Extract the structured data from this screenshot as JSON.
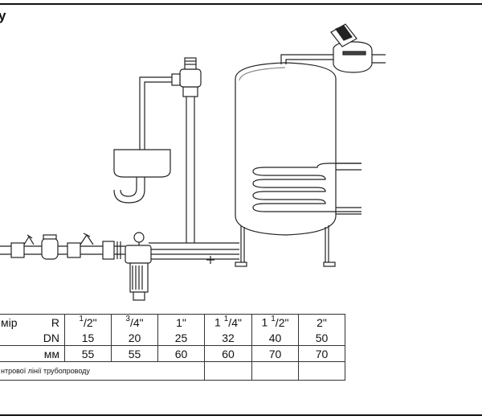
{
  "heading": "у",
  "table": {
    "row_label": "мір",
    "units": [
      "R",
      "DN",
      "мм"
    ],
    "columns": [
      {
        "r_whole": "",
        "r_num": "1",
        "r_den": "2\"",
        "r_plain": "",
        "dn": "15",
        "mm": "55"
      },
      {
        "r_whole": "",
        "r_num": "3",
        "r_den": "4\"",
        "r_plain": "",
        "dn": "20",
        "mm": "55"
      },
      {
        "r_whole": "",
        "r_num": "",
        "r_den": "",
        "r_plain": "1\"",
        "dn": "25",
        "mm": "60"
      },
      {
        "r_whole": "1 ",
        "r_num": "1",
        "r_den": "4\"",
        "r_plain": "",
        "dn": "32",
        "mm": "60"
      },
      {
        "r_whole": "1 ",
        "r_num": "1",
        "r_den": "2\"",
        "r_plain": "",
        "dn": "40",
        "mm": "70"
      },
      {
        "r_whole": "",
        "r_num": "",
        "r_den": "",
        "r_plain": "2\"",
        "dn": "50",
        "mm": "70"
      }
    ],
    "note": "нтрової лінії трубопроводу"
  }
}
